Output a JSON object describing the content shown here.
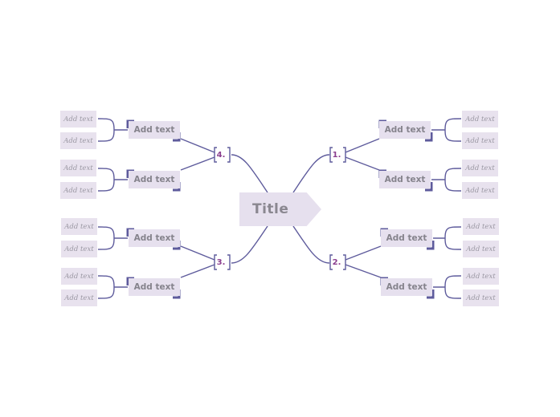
{
  "colors": {
    "line": "#5e5b9c",
    "node_fill": "#e6e0ee",
    "title_text": "#8a8790",
    "branch_text": "#85838c",
    "leaf_text": "#9a97a2",
    "number_text": "#8b3f8f"
  },
  "title": "Title",
  "topics": [
    {
      "number": "1.",
      "subtopics": [
        {
          "label": "Add text",
          "leaves": [
            "Add text",
            "Add text"
          ]
        },
        {
          "label": "Add text",
          "leaves": [
            "Add text",
            "Add text"
          ]
        }
      ]
    },
    {
      "number": "2.",
      "subtopics": [
        {
          "label": "Add text",
          "leaves": [
            "Add text",
            "Add text"
          ]
        },
        {
          "label": "Add text",
          "leaves": [
            "Add text",
            "Add text"
          ]
        }
      ]
    },
    {
      "number": "3.",
      "subtopics": [
        {
          "label": "Add text",
          "leaves": [
            "Add text",
            "Add text"
          ]
        },
        {
          "label": "Add text",
          "leaves": [
            "Add text",
            "Add text"
          ]
        }
      ]
    },
    {
      "number": "4.",
      "subtopics": [
        {
          "label": "Add text",
          "leaves": [
            "Add text",
            "Add text"
          ]
        },
        {
          "label": "Add text",
          "leaves": [
            "Add text",
            "Add text"
          ]
        }
      ]
    }
  ]
}
